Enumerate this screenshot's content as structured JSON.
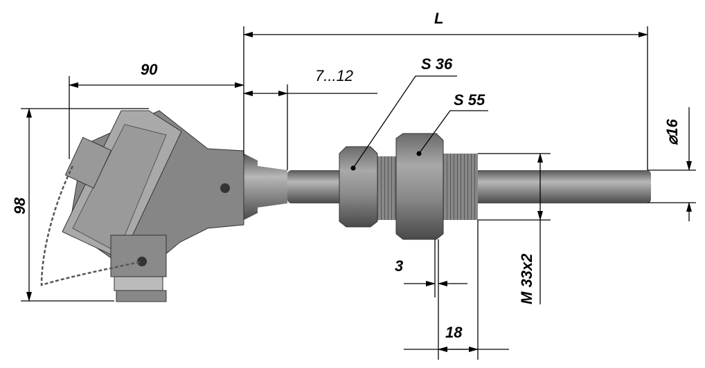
{
  "title": "Thermocouple with connection head - dimensional drawing",
  "dimensions": {
    "length": "L",
    "head_width": "90",
    "neck": "7...12",
    "nut_small": "S 36",
    "nut_large": "S 55",
    "diameter": "⌀16",
    "head_height": "98",
    "gap": "3",
    "thread": "M  33x2",
    "thread_length": "18"
  },
  "colors": {
    "body": "#7d7d7d",
    "body_light": "#b5b5b5",
    "body_dark": "#4a4a4a"
  }
}
